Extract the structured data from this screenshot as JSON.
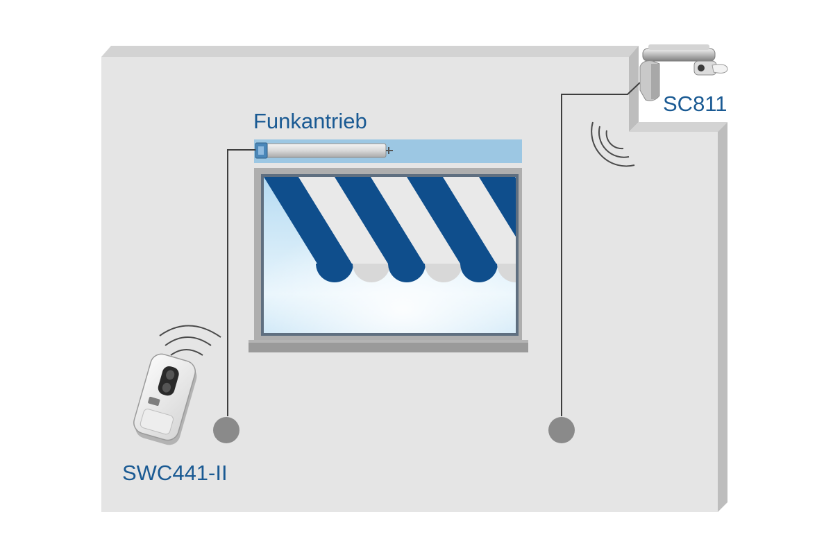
{
  "labels": {
    "motor": "Funkantrieb",
    "sensor": "SC811",
    "remote": "SWC441-II"
  },
  "colors": {
    "wall_face": "#e5e5e5",
    "wall_top": "#d3d3d3",
    "wall_side": "#bdbdbd",
    "awning_blue": "#0f4e8c",
    "awning_white": "#e9e9e9",
    "cable": "#3e3e3e",
    "socket": "#8a8a8a",
    "box_band": "#9cc7e3",
    "label_text": "#1a5a93"
  },
  "icons": {
    "remote": "remote-control-icon",
    "sensor": "sun-wind-sensor-icon",
    "motor": "tubular-motor-icon",
    "signal": "radio-wave-icon"
  }
}
